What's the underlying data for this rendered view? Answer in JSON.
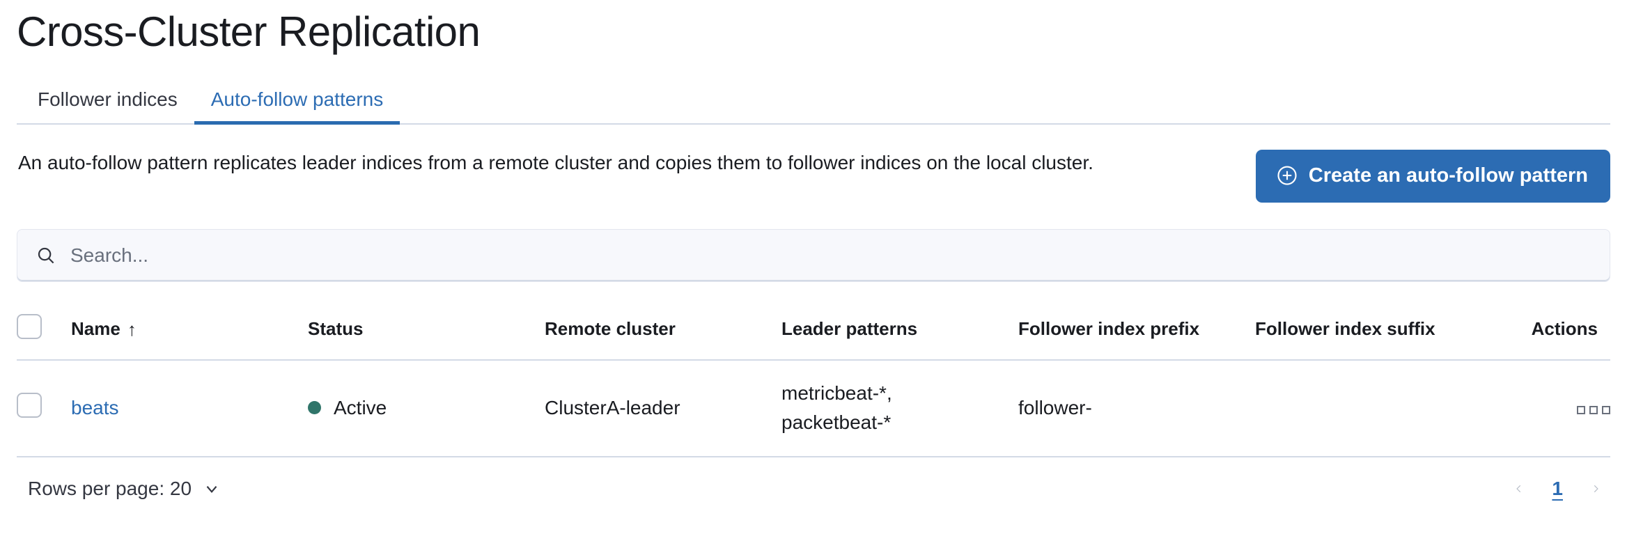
{
  "header": {
    "title": "Cross-Cluster Replication"
  },
  "tabs": [
    {
      "label": "Follower indices",
      "active": false
    },
    {
      "label": "Auto-follow patterns",
      "active": true
    }
  ],
  "description": {
    "text": "An auto-follow pattern replicates leader indices from a remote cluster and copies them to follower indices on the local cluster."
  },
  "create_button": {
    "label": "Create an auto-follow pattern",
    "icon": "plus-in-circle-icon",
    "color": "#2c6cb3"
  },
  "search": {
    "placeholder": "Search...",
    "value": "",
    "icon": "search-icon"
  },
  "table": {
    "columns": [
      "Name",
      "Status",
      "Remote cluster",
      "Leader patterns",
      "Follower index prefix",
      "Follower index suffix",
      "Actions"
    ],
    "sort": {
      "column": "Name",
      "direction": "ascending",
      "glyph": "↑"
    },
    "rows": [
      {
        "selected": false,
        "name": "beats",
        "status": "Active",
        "status_color": "#30756a",
        "remote_cluster": "ClusterA-leader",
        "leader_patterns": "metricbeat-*,\npacketbeat-*",
        "follower_index_prefix": "follower-",
        "follower_index_suffix": "",
        "actions_icon": "ellipsis-icon"
      }
    ]
  },
  "footer": {
    "rows_per_page_label": "Rows per page: 20",
    "rows_per_page_icon": "chevron-down-icon",
    "pagination": {
      "previous_icon": "chevron-left-icon",
      "next_icon": "chevron-right-icon",
      "current_page": "1"
    }
  }
}
